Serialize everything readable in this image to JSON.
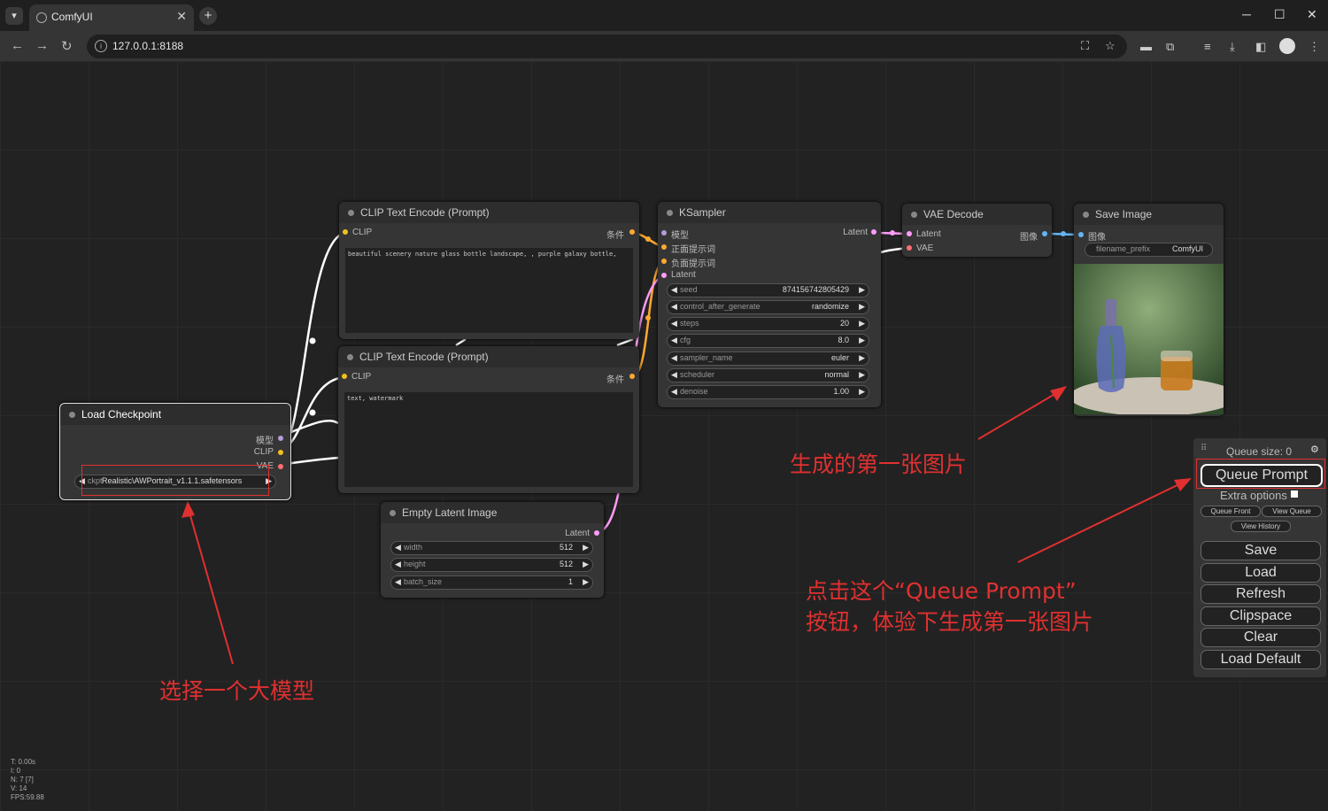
{
  "browser": {
    "tab_title": "ComfyUI",
    "url": "127.0.0.1:8188"
  },
  "nodes": {
    "clip_pos": {
      "title": "CLIP Text Encode (Prompt)",
      "in_label": "CLIP",
      "out_label": "条件",
      "text": "beautiful scenery nature glass bottle landscape, , purple galaxy bottle,"
    },
    "clip_neg": {
      "title": "CLIP Text Encode (Prompt)",
      "in_label": "CLIP",
      "out_label": "条件",
      "text": "text, watermark"
    },
    "ksampler": {
      "title": "KSampler",
      "inputs": [
        "模型",
        "正面提示词",
        "负面提示词",
        "Latent"
      ],
      "output": "Latent",
      "widgets": [
        {
          "name": "seed",
          "value": "874156742805429"
        },
        {
          "name": "control_after_generate",
          "value": "randomize"
        },
        {
          "name": "steps",
          "value": "20"
        },
        {
          "name": "cfg",
          "value": "8.0"
        },
        {
          "name": "sampler_name",
          "value": "euler"
        },
        {
          "name": "scheduler",
          "value": "normal"
        },
        {
          "name": "denoise",
          "value": "1.00"
        }
      ]
    },
    "vae_decode": {
      "title": "VAE Decode",
      "in_latent": "Latent",
      "in_vae": "VAE",
      "output": "图像"
    },
    "save_image": {
      "title": "Save Image",
      "in_label": "图像",
      "widget_name": "filename_prefix",
      "widget_value": "ComfyUI"
    },
    "load_checkpoint": {
      "title": "Load Checkpoint",
      "outputs": [
        "模型",
        "CLIP",
        "VAE"
      ],
      "widget_name": "ckpt",
      "widget_value": "Realistic\\AWPortrait_v1.1.1.safetensors"
    },
    "empty_latent": {
      "title": "Empty Latent Image",
      "output": "Latent",
      "widgets": [
        {
          "name": "width",
          "value": "512"
        },
        {
          "name": "height",
          "value": "512"
        },
        {
          "name": "batch_size",
          "value": "1"
        }
      ]
    }
  },
  "queue_panel": {
    "queue_size": "Queue size: 0",
    "queue_prompt": "Queue Prompt",
    "extra_options": "Extra options",
    "queue_front": "Queue Front",
    "view_queue": "View Queue",
    "view_history": "View History",
    "save": "Save",
    "load": "Load",
    "refresh": "Refresh",
    "clipspace": "Clipspace",
    "clear": "Clear",
    "load_default": "Load Default"
  },
  "annotations": {
    "first_image": "生成的第一张图片",
    "click_queue_line1": "点击这个“Queue Prompt”",
    "click_queue_line2": "按钮，体验下生成第一张图片",
    "choose_model": "选择一个大模型"
  },
  "stats": {
    "t": "T: 0.00s",
    "i": "I: 0",
    "n": "N: 7 [7]",
    "v": "V: 14",
    "fps": "FPS:59.88"
  },
  "colors": {
    "annotation_red": "#e03030",
    "clip_slot": "#f0c020",
    "model_slot": "#b39ddb",
    "vae_slot": "#ff6e6e",
    "latent_slot": "#ff9cf9",
    "cond_slot": "#ffa931",
    "image_slot": "#64b5f6"
  }
}
